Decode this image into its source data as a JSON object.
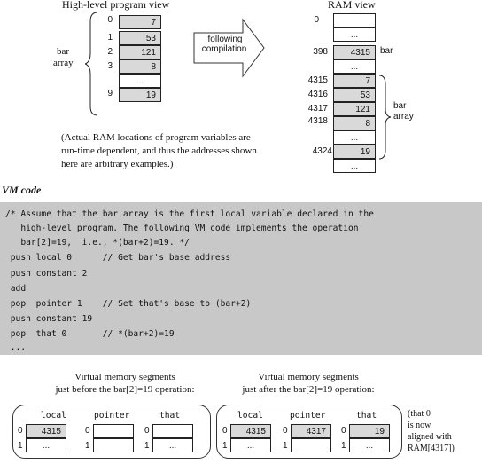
{
  "top": {
    "high_level_title": "High-level program view",
    "ram_title": "RAM view",
    "bar_label_1": "bar",
    "bar_label_2": "array",
    "hl_indices": [
      "0",
      "1",
      "2",
      "3",
      "9"
    ],
    "hl_values": [
      "7",
      "53",
      "121",
      "8",
      "...",
      "19"
    ],
    "arrow_text_1": "following",
    "arrow_text_2": "compilation",
    "ram_addresses": [
      "0",
      "398",
      "4315",
      "4316",
      "4317",
      "4318",
      "4324"
    ],
    "ram_values": [
      "",
      "...",
      "4315",
      "7",
      "53",
      "121",
      "8",
      "...",
      "19",
      "..."
    ],
    "ram_bar_pointer_label": "bar",
    "ram_bar_array_1": "bar",
    "ram_bar_array_2": "array",
    "note_1": "(Actual RAM locations of program variables are",
    "note_2": "run-time dependent, and thus the addresses shown",
    "note_3": "here are arbitrary examples.)"
  },
  "vm": {
    "heading": "VM code",
    "lines": [
      "/* Assume that the bar array is the first local variable declared in the",
      "   high-level program. The following VM code implements the operation",
      "   bar[2]=19,  i.e., *(bar+2)=19. */",
      " push local 0      // Get bar's base address",
      " push constant 2",
      " add",
      " pop  pointer 1    // Set that's base to (bar+2)",
      " push constant 19",
      " pop  that 0       // *(bar+2)=19",
      " ..."
    ]
  },
  "segments": {
    "before_title_1": "Virtual memory segments",
    "before_title_2": "just before the bar[2]=19 operation:",
    "after_title_1": "Virtual memory segments",
    "after_title_2": "just after the bar[2]=19 operation:",
    "col_local": "local",
    "col_pointer": "pointer",
    "col_that": "that",
    "row0": "0",
    "row1": "1",
    "before_local_0": "4315",
    "ellipsis": "...",
    "after_local_0": "4315",
    "after_pointer_0": "4317",
    "after_that_0": "19",
    "side_note_1": "(that 0",
    "side_note_2": "is now",
    "side_note_3": "aligned with",
    "side_note_4": "RAM[4317])"
  }
}
